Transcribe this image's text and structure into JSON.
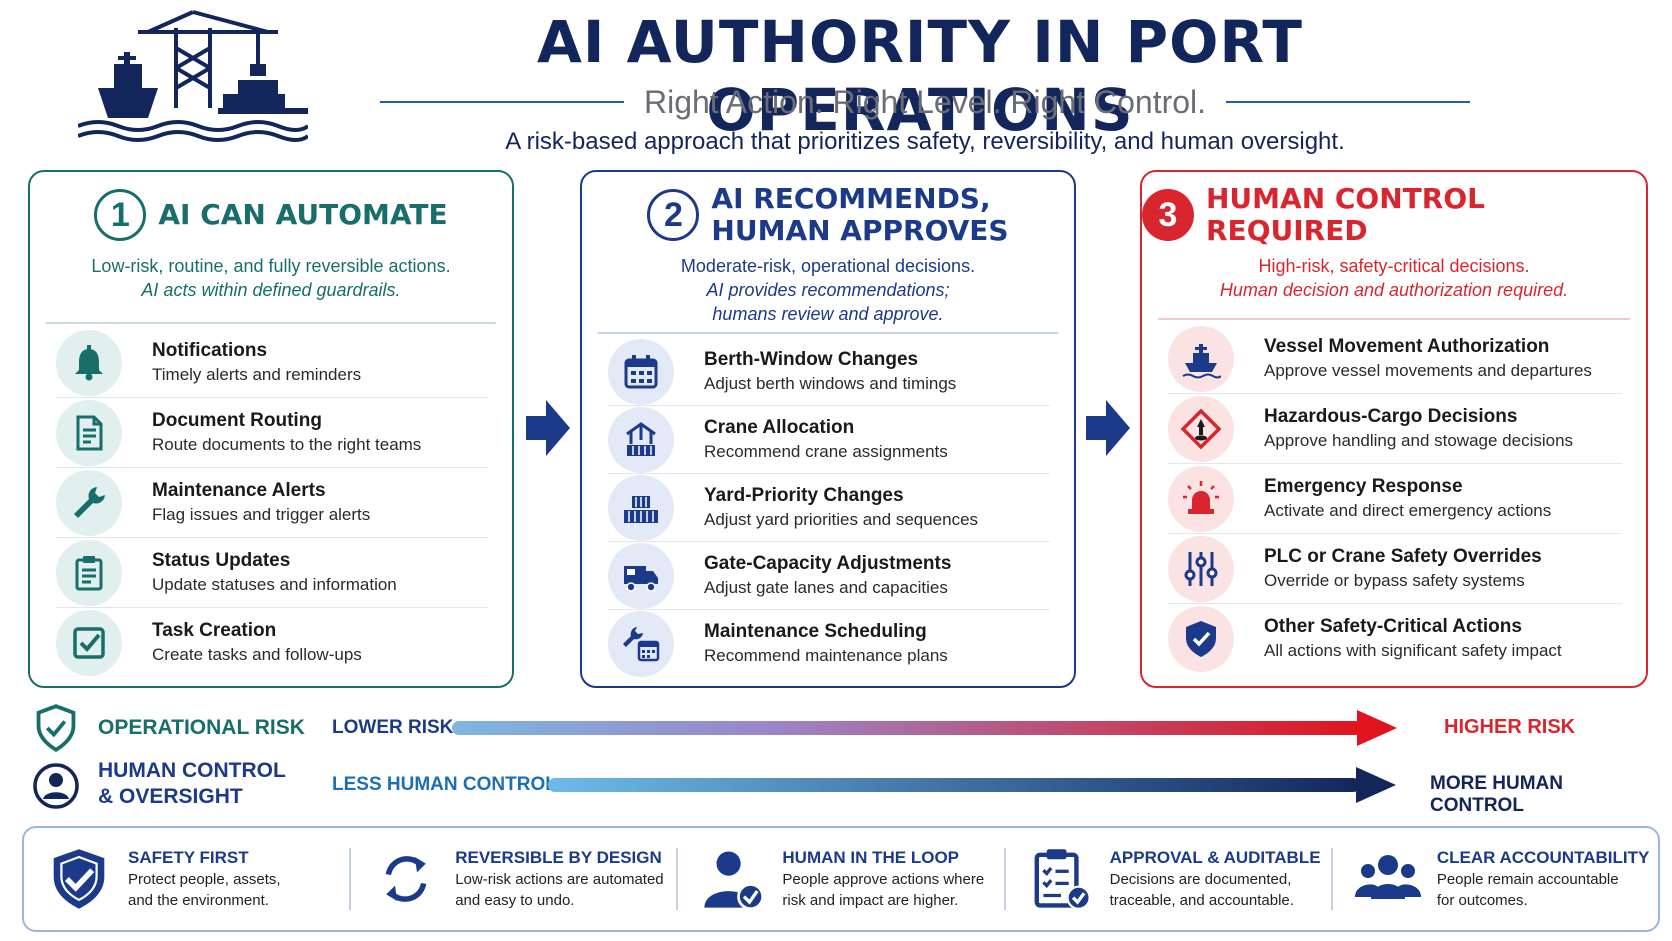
{
  "header": {
    "title": "AI AUTHORITY IN PORT OPERATIONS",
    "tagline": "Right Action.  Right Level.  Right Control.",
    "subtitle": "A risk-based approach that prioritizes safety, reversibility, and human oversight."
  },
  "panels": [
    {
      "number": "1",
      "title_line1": "AI CAN AUTOMATE",
      "title_line2": "",
      "desc_line1": "Low-risk, routine, and fully reversible actions.",
      "desc_line2": "AI acts within defined guardrails.",
      "desc_line3": "",
      "items": [
        {
          "icon": "bell-icon",
          "title": "Notifications",
          "desc": "Timely alerts and reminders"
        },
        {
          "icon": "document-icon",
          "title": "Document Routing",
          "desc": "Route documents to the right teams"
        },
        {
          "icon": "wrench-icon",
          "title": "Maintenance Alerts",
          "desc": "Flag issues and trigger alerts"
        },
        {
          "icon": "clipboard-icon",
          "title": "Status Updates",
          "desc": "Update statuses and information"
        },
        {
          "icon": "checkbox-icon",
          "title": "Task Creation",
          "desc": "Create tasks and follow-ups"
        }
      ]
    },
    {
      "number": "2",
      "title_line1": "AI RECOMMENDS,",
      "title_line2": "HUMAN APPROVES",
      "desc_line1": "Moderate-risk, operational decisions.",
      "desc_line2": "AI provides recommendations;",
      "desc_line3": "humans review and approve.",
      "items": [
        {
          "icon": "calendar-icon",
          "title": "Berth-Window Changes",
          "desc": "Adjust berth windows and timings"
        },
        {
          "icon": "crane-icon",
          "title": "Crane Allocation",
          "desc": "Recommend crane assignments"
        },
        {
          "icon": "containers-icon",
          "title": "Yard-Priority Changes",
          "desc": "Adjust yard priorities and sequences"
        },
        {
          "icon": "truck-icon",
          "title": "Gate-Capacity Adjustments",
          "desc": "Adjust gate lanes and capacities"
        },
        {
          "icon": "maintenance-schedule-icon",
          "title": "Maintenance Scheduling",
          "desc": "Recommend maintenance plans"
        }
      ]
    },
    {
      "number": "3",
      "title_line1": "HUMAN CONTROL REQUIRED",
      "title_line2": "",
      "desc_line1": "High-risk, safety-critical decisions.",
      "desc_line2": "Human decision and authorization required.",
      "desc_line3": "",
      "items": [
        {
          "icon": "ship-icon",
          "title": "Vessel Movement Authorization",
          "desc": "Approve vessel movements and departures"
        },
        {
          "icon": "hazard-icon",
          "title": "Hazardous-Cargo Decisions",
          "desc": "Approve handling and stowage decisions"
        },
        {
          "icon": "siren-icon",
          "title": "Emergency Response",
          "desc": "Activate and direct emergency actions"
        },
        {
          "icon": "sliders-icon",
          "title": "PLC or Crane Safety Overrides",
          "desc": "Override or bypass safety systems"
        },
        {
          "icon": "shield-check-icon",
          "title": "Other Safety-Critical Actions",
          "desc": "All actions with significant safety impact"
        }
      ]
    }
  ],
  "scales": {
    "risk": {
      "label": "OPERATIONAL RISK",
      "left": "LOWER RISK",
      "right": "HIGHER RISK"
    },
    "control": {
      "label_line1": "HUMAN CONTROL",
      "label_line2": "& OVERSIGHT",
      "left": "LESS HUMAN CONTROL",
      "right": "MORE HUMAN CONTROL"
    }
  },
  "principles": [
    {
      "icon": "shield-check-icon",
      "title": "SAFETY FIRST",
      "desc_line1": "Protect people, assets,",
      "desc_line2": "and the environment."
    },
    {
      "icon": "cycle-arrows-icon",
      "title": "REVERSIBLE BY DESIGN",
      "desc_line1": "Low-risk actions are automated",
      "desc_line2": "and easy to undo."
    },
    {
      "icon": "person-check-icon",
      "title": "HUMAN IN THE LOOP",
      "desc_line1": "People approve actions where",
      "desc_line2": "risk and impact are higher."
    },
    {
      "icon": "clipboard-check-icon",
      "title": "APPROVAL & AUDITABLE",
      "desc_line1": "Decisions are documented,",
      "desc_line2": "traceable, and accountable."
    },
    {
      "icon": "group-icon",
      "title": "CLEAR ACCOUNTABILITY",
      "desc_line1": "People remain accountable",
      "desc_line2": "for outcomes."
    }
  ],
  "colors": {
    "navy": "#13265c",
    "teal": "#176e6a",
    "blue": "#1c3a8a",
    "red": "#d9262e",
    "light_blue": "#5aa8e0"
  }
}
